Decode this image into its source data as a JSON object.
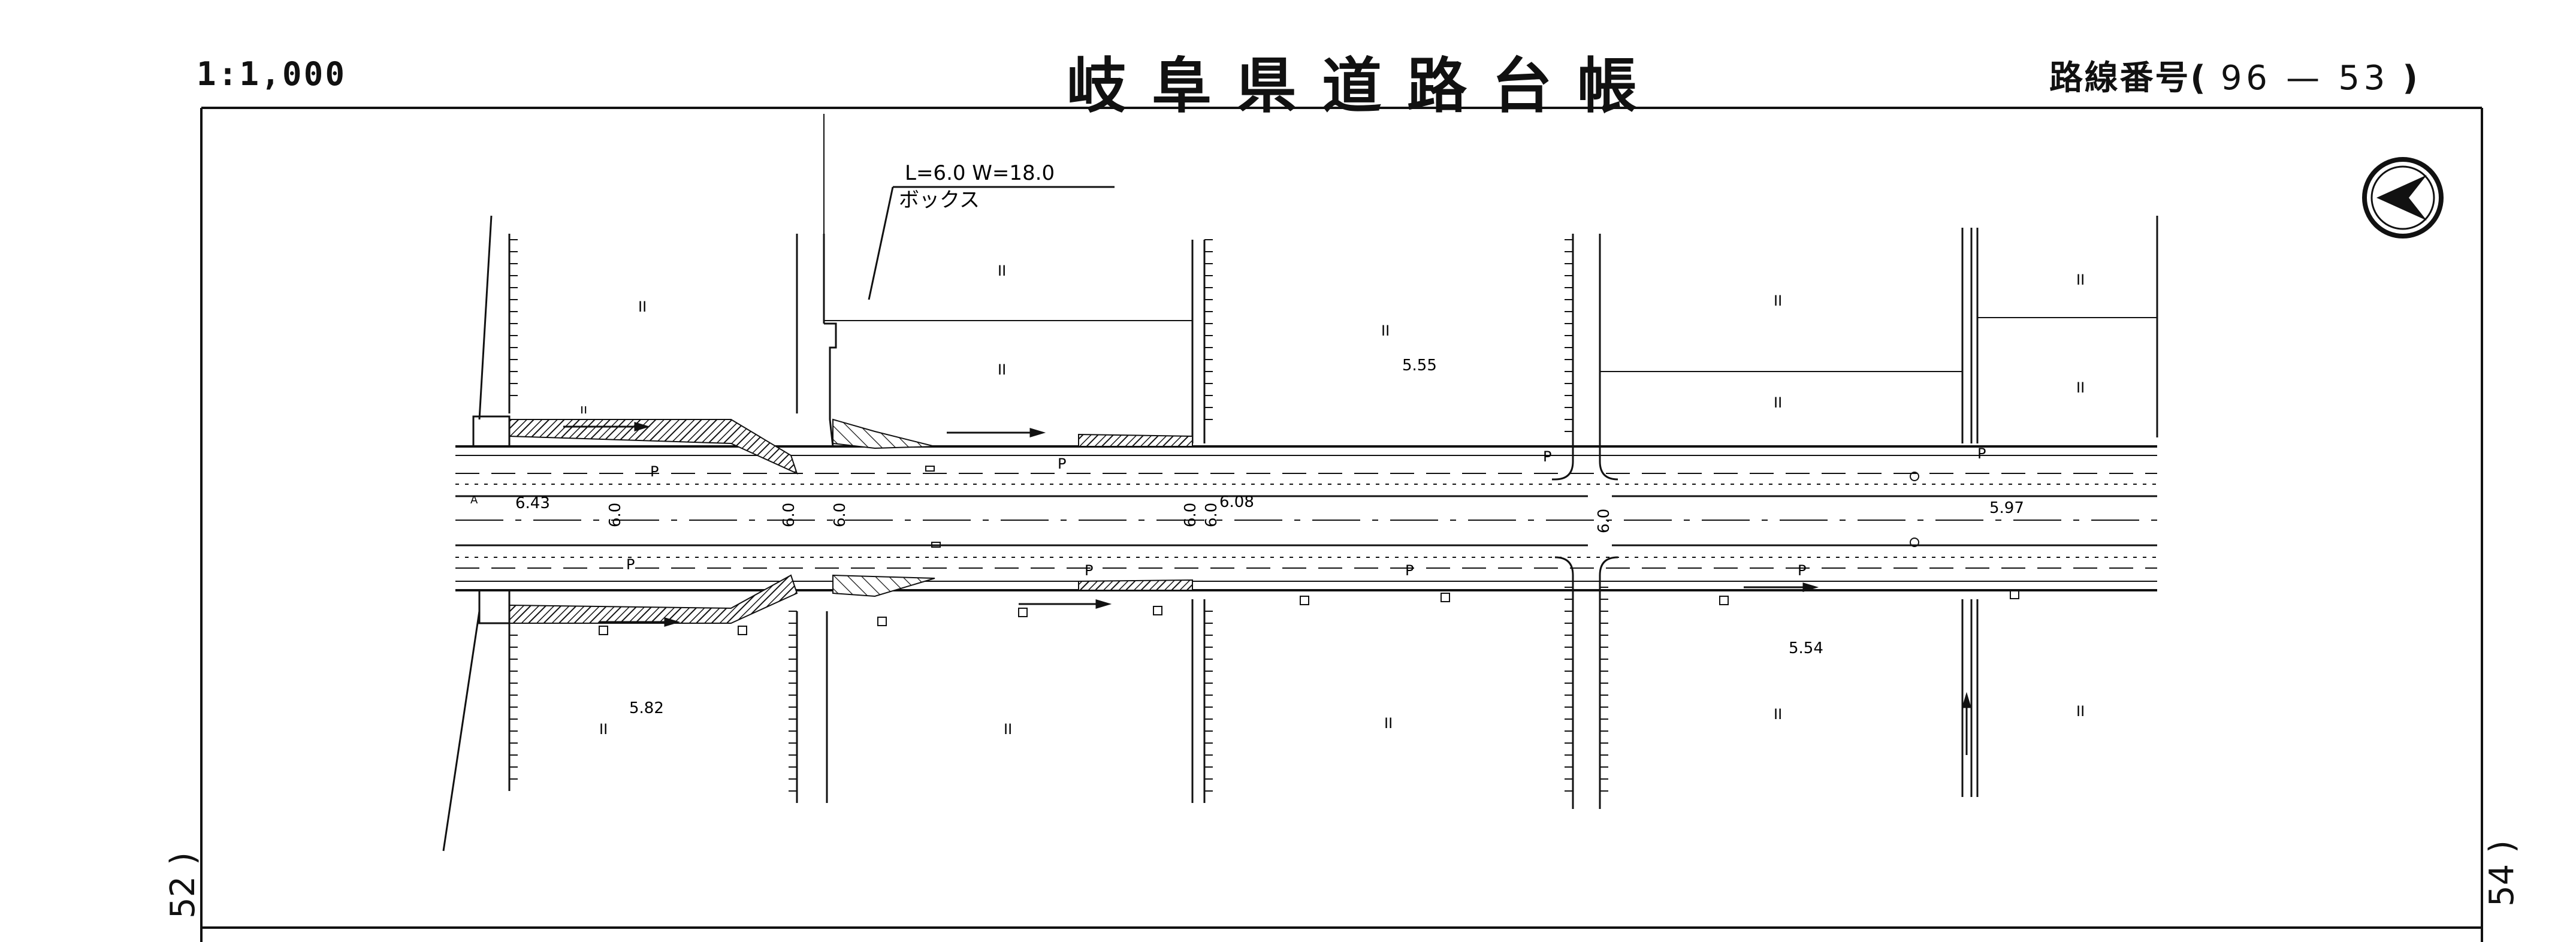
{
  "header": {
    "scale": "1:1,000",
    "title": "岐阜県道路台帳",
    "route_label": "路線番号",
    "route_number": "96 — 53"
  },
  "side_refs": {
    "left": "52 )",
    "right": "54 )"
  },
  "annotations": {
    "box_dims": "L=6.0  W=18.0",
    "box_type": "ボックス"
  },
  "elevations": [
    "6.43",
    "6.08",
    "5.97",
    "5.55",
    "5.54",
    "5.82"
  ],
  "road_widths": [
    "6.0",
    "6.0",
    "6.0",
    "6.0",
    "6.0",
    "6.0"
  ],
  "symbols": {
    "parking_mark": "P",
    "paddy_mark": "II",
    "field_mark": "ıı",
    "small_a": "A"
  },
  "compass": {
    "icon": "north-arrow-icon"
  },
  "colors": {
    "line": "#111111",
    "background": "#ffffff"
  }
}
